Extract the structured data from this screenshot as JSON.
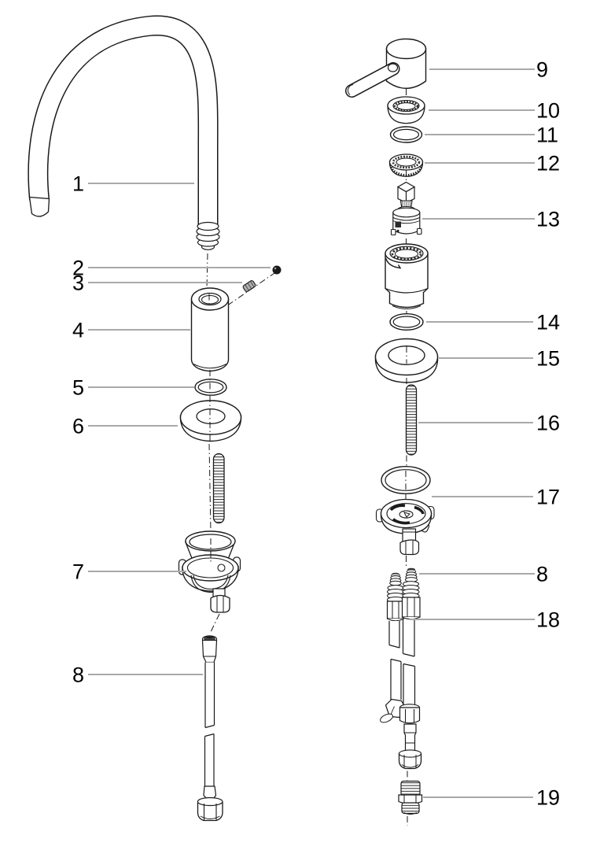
{
  "diagram": {
    "background": "#ffffff",
    "colors": {
      "line_art": "#1a1a1a",
      "leader_line": "#a9a9a9",
      "label_text": "#000000",
      "dark_fitting": "#333333"
    },
    "callouts": [
      "1",
      "2",
      "3",
      "4",
      "5",
      "6",
      "7",
      "8",
      "9",
      "10",
      "11",
      "12",
      "13",
      "14",
      "15",
      "16",
      "17",
      "8",
      "18",
      "19"
    ]
  }
}
